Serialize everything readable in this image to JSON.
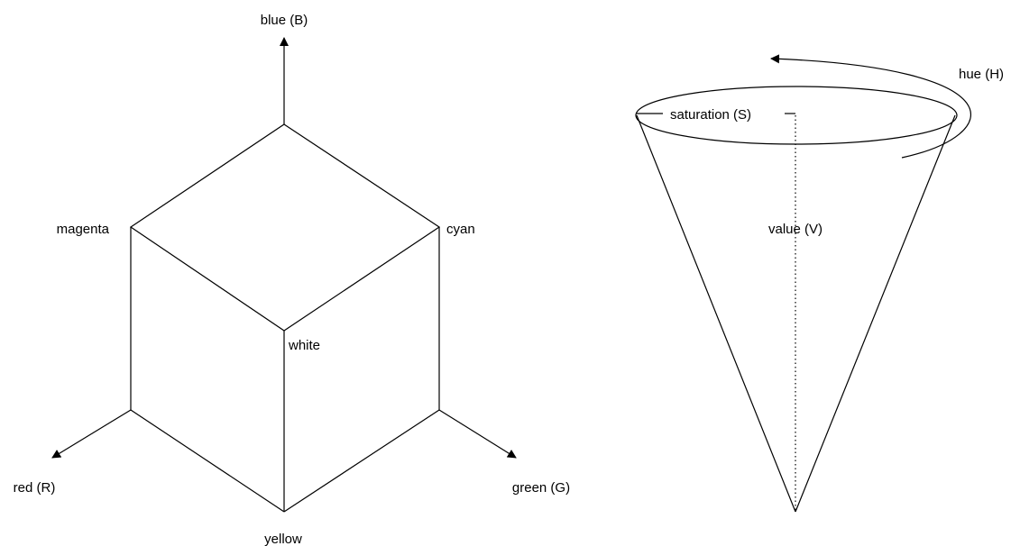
{
  "rgb_cube": {
    "labels": {
      "blue": "blue (B)",
      "magenta": "magenta",
      "cyan": "cyan",
      "white": "white",
      "red": "red (R)",
      "green": "green (G)",
      "yellow": "yellow"
    }
  },
  "hsv_cone": {
    "labels": {
      "hue": "hue (H)",
      "saturation": "saturation (S)",
      "value": "value (V)"
    }
  },
  "colors": {
    "stroke": "#000000",
    "background": "#ffffff"
  }
}
